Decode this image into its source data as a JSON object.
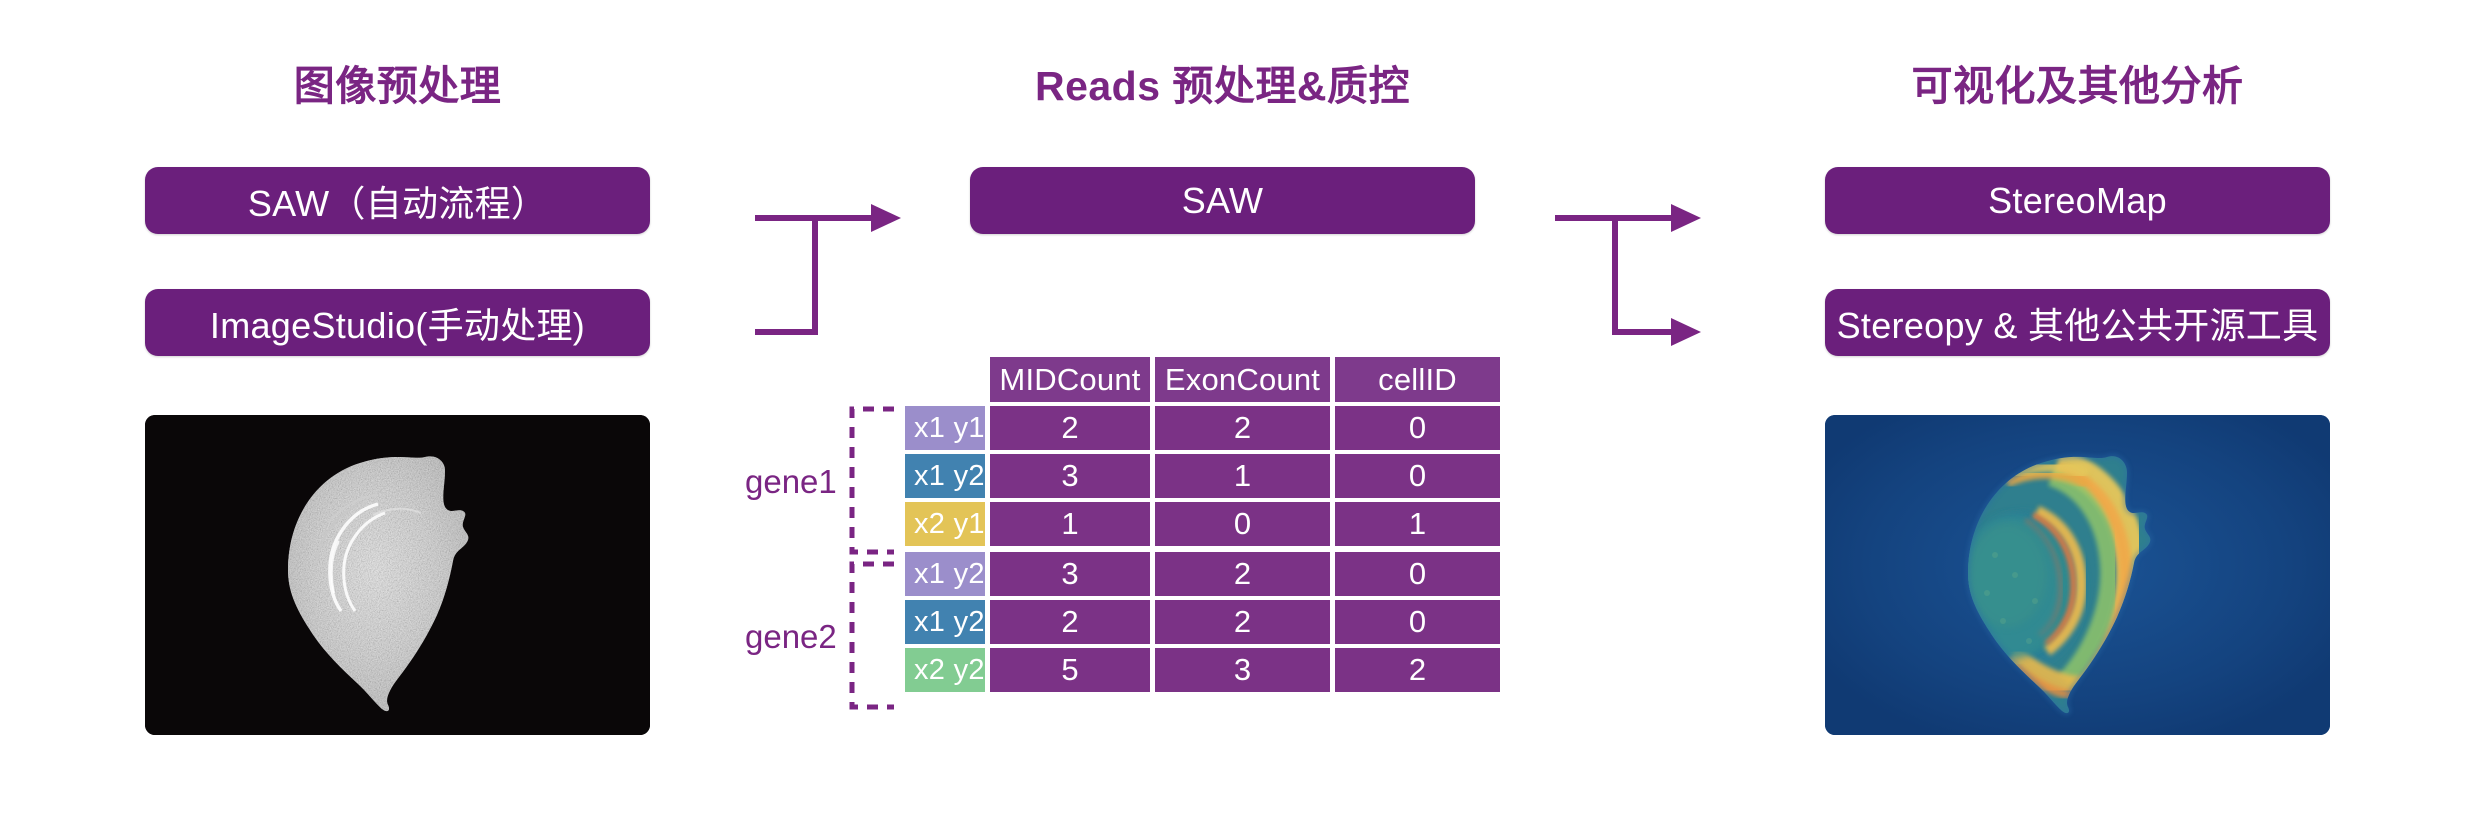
{
  "columns": {
    "left": {
      "title": "图像预处理",
      "boxes": [
        {
          "label": "SAW（自动流程）"
        },
        {
          "label": "ImageStudio(手动处理)"
        }
      ],
      "image_name": "tissue-ssdna-image"
    },
    "middle": {
      "title": "Reads 预处理&质控",
      "boxes": [
        {
          "label": "SAW"
        }
      ]
    },
    "right": {
      "title": "可视化及其他分析",
      "boxes": [
        {
          "label": "StereoMap"
        },
        {
          "label": "Stereopy & 其他公共开源工具"
        }
      ],
      "image_name": "tissue-expression-heatmap"
    }
  },
  "matrix": {
    "headers": [
      "MIDCount",
      "ExonCount",
      "cellID"
    ],
    "rows": [
      {
        "coord": "x1 y1",
        "values": [
          "2",
          "2",
          "0"
        ],
        "color": "#9b8ecb"
      },
      {
        "coord": "x1 y2",
        "values": [
          "3",
          "1",
          "0"
        ],
        "color": "#4182b0"
      },
      {
        "coord": "x2 y1",
        "values": [
          "1",
          "0",
          "1"
        ],
        "color": "#e3c457"
      },
      {
        "coord": "x1 y2",
        "values": [
          "3",
          "2",
          "0"
        ],
        "color": "#9b8ecb"
      },
      {
        "coord": "x1 y2",
        "values": [
          "2",
          "2",
          "0"
        ],
        "color": "#4182b0"
      },
      {
        "coord": "x2 y2",
        "values": [
          "5",
          "3",
          "2"
        ],
        "color": "#82cc92"
      }
    ],
    "groups": [
      {
        "label": "gene1"
      },
      {
        "label": "gene2"
      }
    ]
  },
  "colors": {
    "brand_purple": "#7a2583",
    "box_purple": "#6b1f7c",
    "cell_purple": "#7b3286",
    "header_cell_purple": "#7e3a8c",
    "arrow_purple": "#7a2583",
    "background": "#ffffff"
  }
}
